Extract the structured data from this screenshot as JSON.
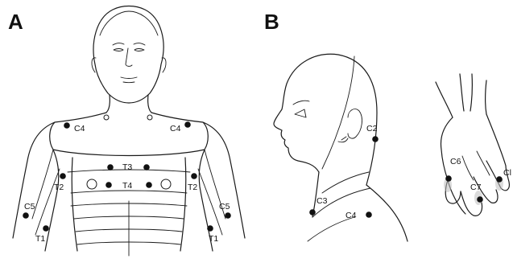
{
  "panels": {
    "a": {
      "letter": "A"
    },
    "b": {
      "letter": "B"
    }
  },
  "labels": {
    "c4_left": "C4",
    "c4_right": "C4",
    "t3": "T3",
    "t4": "T4",
    "t2_left": "T2",
    "t2_right": "T2",
    "c5_left": "C5",
    "c5_right": "C5",
    "t1_left": "T1",
    "t1_right": "T1",
    "c2": "C2",
    "c3": "C3",
    "c4_neck": "C4",
    "c6": "C6",
    "c7": "C7",
    "c8": "Cl"
  }
}
